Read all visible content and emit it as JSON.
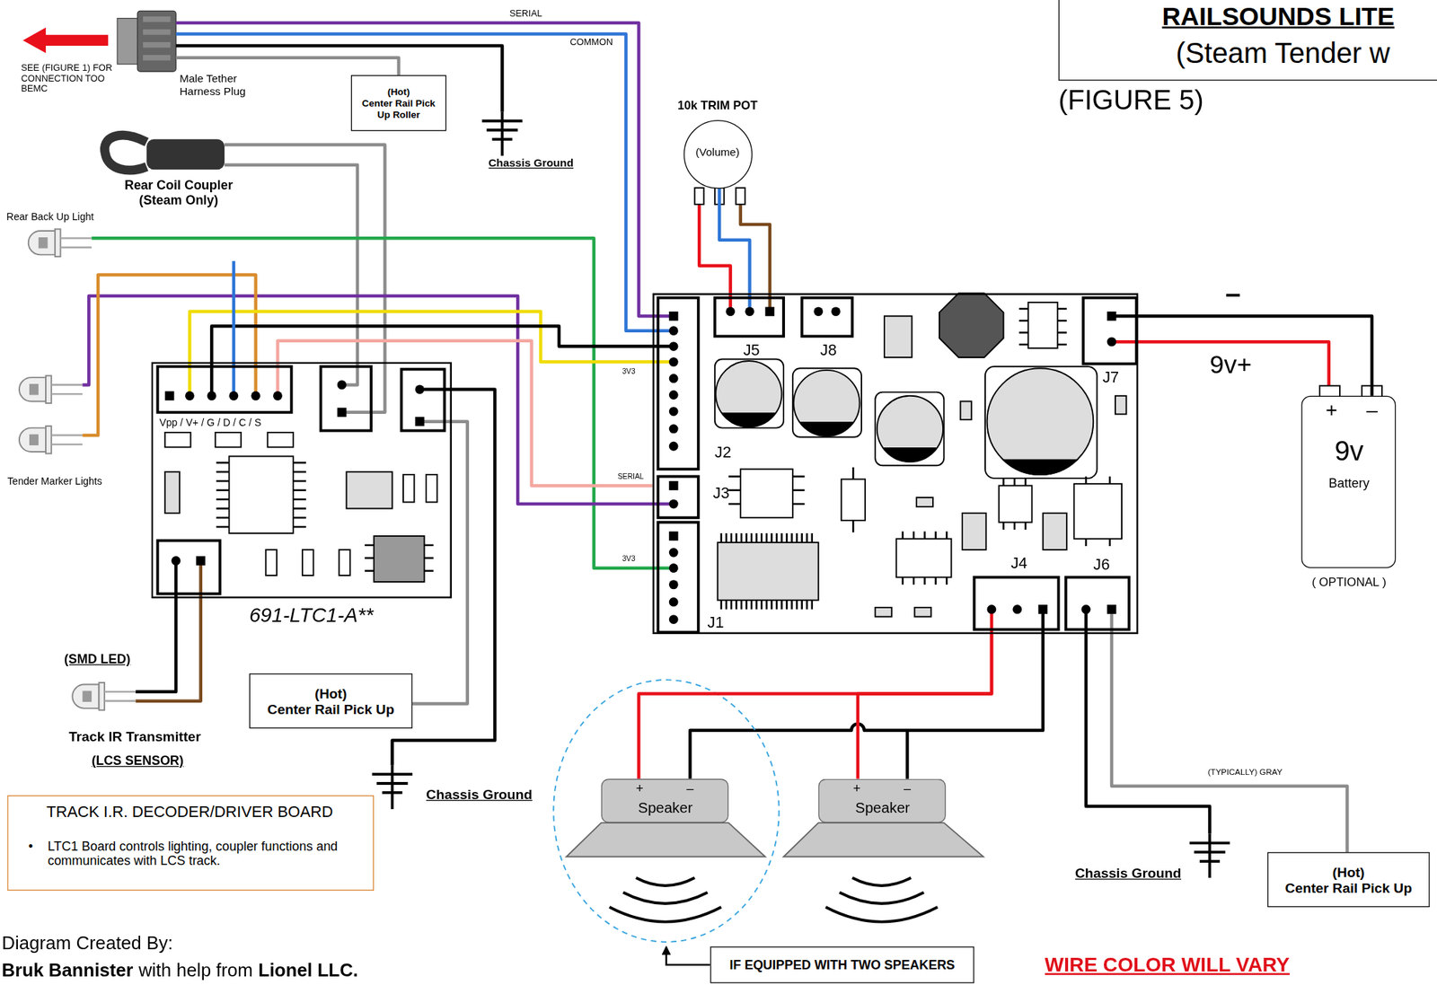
{
  "diagram": {
    "nodes": [
      {
        "text": [
          "RAILSOUNDS LITE",
          "(Steam Tender w"
        ]
      },
      {
        "text": [
          "(Hot)",
          "Center Rail Pick Up Roller"
        ]
      },
      {
        "text": [
          "Vpp / V+ / G / D / C / S",
          "691-LTC1-A**"
        ]
      },
      {
        "text": [
          "TRACK I.R. DECODER/DRIVER BOARD",
          "•",
          "LTC1 Board controls lighting, coupler functions and communicates with LCS track."
        ]
      },
      {
        "text": [
          "(Hot)",
          "Center Rail Pick Up"
        ]
      },
      {
        "text": [
          "10k TRIM POT",
          "(Volume)"
        ]
      },
      {
        "text": [
          "J5",
          "J8",
          "J7",
          "J2",
          "J3",
          "J1",
          "J4",
          "J6"
        ]
      },
      {
        "text": [
          "+",
          "–",
          "9v",
          "Battery",
          "( OPTIONAL )"
        ]
      },
      {
        "text": [
          "+",
          "–",
          "Speaker"
        ]
      },
      {
        "text": [
          "+",
          "–",
          "Speaker"
        ]
      },
      {
        "text": [
          "IF EQUIPPED WITH TWO SPEAKERS"
        ]
      },
      {
        "text": [
          "(Hot)",
          "Center Rail Pick Up"
        ]
      }
    ],
    "edges": [
      {
        "from": 5,
        "to": 6,
        "arrow": "none"
      },
      {
        "from": 7,
        "to": 6,
        "arrow": "none"
      },
      {
        "from": 8,
        "to": 6,
        "arrow": "none"
      },
      {
        "from": 9,
        "to": 6,
        "arrow": "none"
      },
      {
        "from": 4,
        "to": 2,
        "arrow": "none"
      },
      {
        "from": 11,
        "to": 6,
        "arrow": "none"
      },
      {
        "from": 2,
        "to": 6,
        "arrow": "none"
      }
    ],
    "labels": [
      "SERIAL",
      "COMMON",
      "SEE (FIGURE 1) FOR CONNECTION TOO BEMC",
      "Male Tether Harness Plug",
      "Chassis Ground",
      "Rear Coil Coupler (Steam Only)",
      "Rear Back Up Light",
      "Tender Marker Lights",
      "3V3",
      "SERIAL",
      "3V3",
      "(SMD LED)",
      "Track IR Transmitter",
      "(LCS SENSOR)",
      "Chassis Ground",
      "(FIGURE 5)",
      "–",
      "9v+",
      "(TYPICALLY) GRAY",
      "Chassis Ground",
      "WIRE COLOR WILL VARY",
      "Diagram Created By:",
      "Bruk Bannister",
      "with help from",
      "Lionel LLC."
    ]
  }
}
